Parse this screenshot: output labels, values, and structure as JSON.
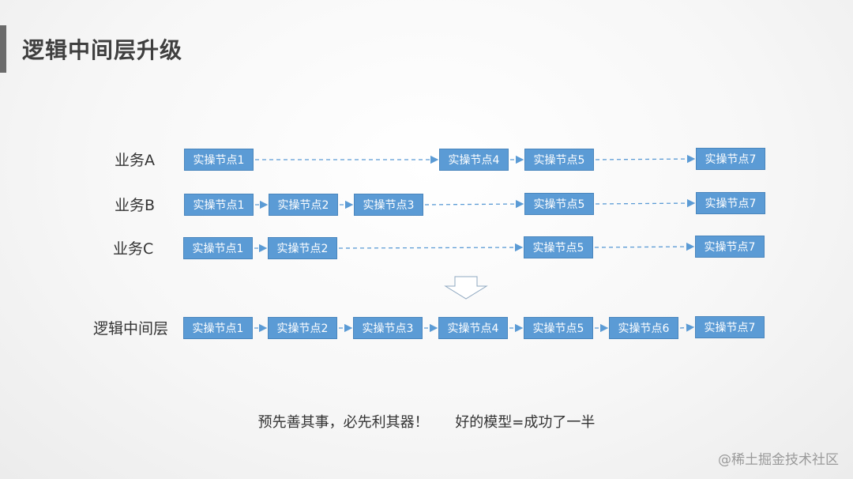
{
  "slide": {
    "title": "逻辑中间层升级",
    "footer_left": "预先善其事，必先利其器！",
    "footer_right": "好的模型=成功了一半",
    "watermark": "@稀土掘金技术社区"
  },
  "rows": [
    {
      "label": "业务A",
      "nodes": [
        "实操节点1",
        "实操节点4",
        "实操节点5",
        "实操节点7"
      ]
    },
    {
      "label": "业务B",
      "nodes": [
        "实操节点1",
        "实操节点2",
        "实操节点3",
        "实操节点5",
        "实操节点7"
      ]
    },
    {
      "label": "业务C",
      "nodes": [
        "实操节点1",
        "实操节点2",
        "实操节点5",
        "实操节点7"
      ]
    },
    {
      "label": "逻辑中间层",
      "nodes": [
        "实操节点1",
        "实操节点2",
        "实操节点3",
        "实操节点4",
        "实操节点5",
        "实操节点6",
        "实操节点7"
      ]
    }
  ],
  "colors": {
    "node_fill": "#5b9bd5",
    "arrow": "#5b9bd5"
  }
}
